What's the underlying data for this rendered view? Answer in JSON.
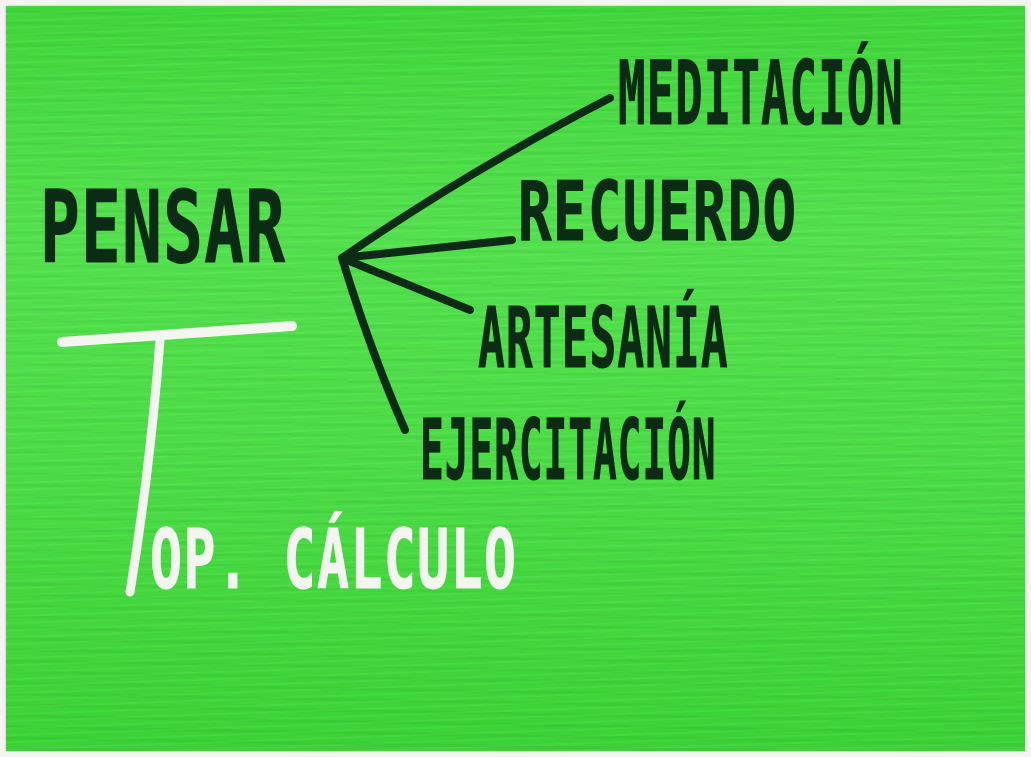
{
  "diagram": {
    "root": "PENSAR",
    "branches": [
      "MEDITACIÓN",
      "RECUERDO",
      "ARTESANÍA",
      "EJERCITACIÓN"
    ],
    "sub_node": "OP. CÁLCULO"
  },
  "colors": {
    "background": "#4bdc45",
    "dark_ink": "#0c2b14",
    "white_paint": "#f3f6ef"
  }
}
